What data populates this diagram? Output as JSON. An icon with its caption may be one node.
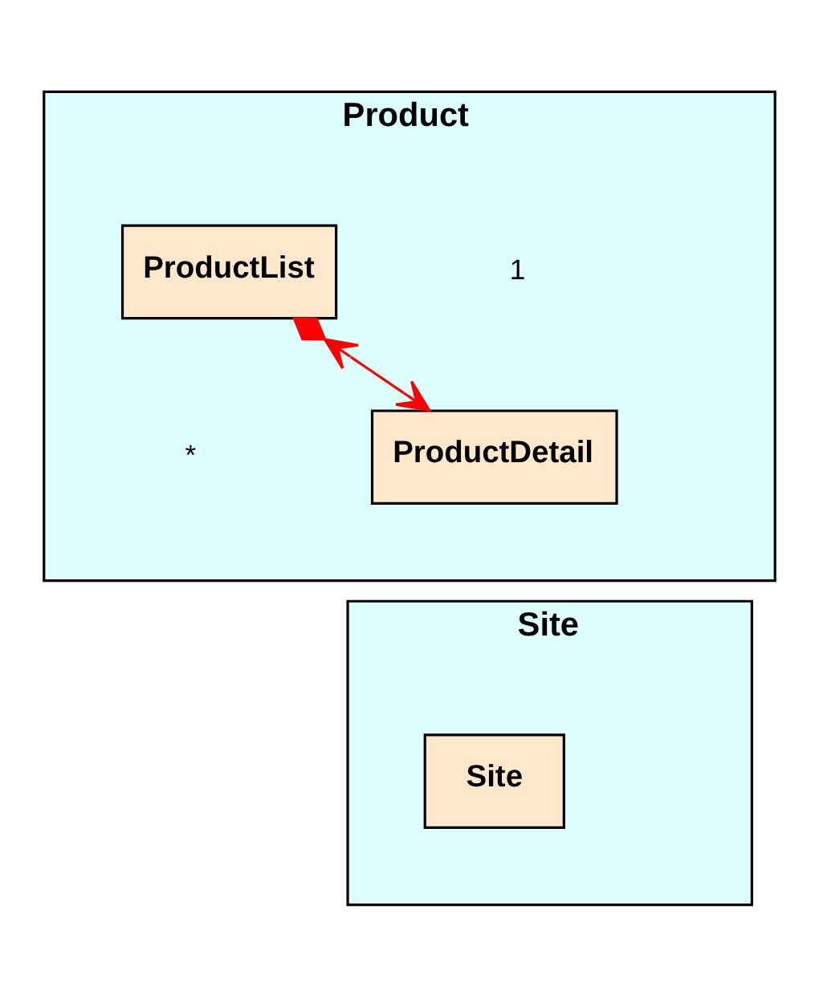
{
  "diagram": {
    "nodes": [
      {
        "text": [
          "Product"
        ]
      },
      {
        "text": [
          "ProductList"
        ],
        "in": 0
      },
      {
        "text": [
          "ProductDetail"
        ],
        "in": 0
      },
      {
        "text": [
          "Site"
        ]
      },
      {
        "text": [
          "Site"
        ],
        "in": 3
      }
    ],
    "edges": [
      {
        "from": 1,
        "to": 2,
        "arrow": "both",
        "color": "#ff0000"
      }
    ],
    "labels": [
      "1",
      "*"
    ]
  }
}
